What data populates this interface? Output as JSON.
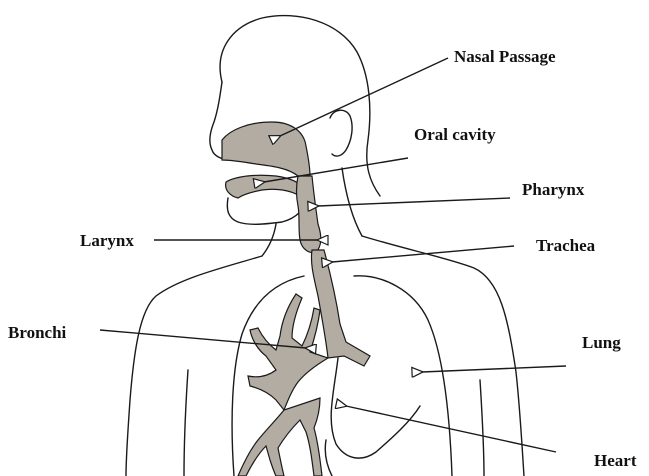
{
  "colors": {
    "airway_fill": "#b3aca3",
    "outline": "#1a1a1a",
    "background": "#ffffff"
  },
  "labels": {
    "nasal_passage": "Nasal Passage",
    "oral_cavity": "Oral cavity",
    "pharynx": "Pharynx",
    "larynx": "Larynx",
    "trachea": "Trachea",
    "bronchi": "Bronchi",
    "lung": "Lung",
    "heart": "Heart"
  }
}
